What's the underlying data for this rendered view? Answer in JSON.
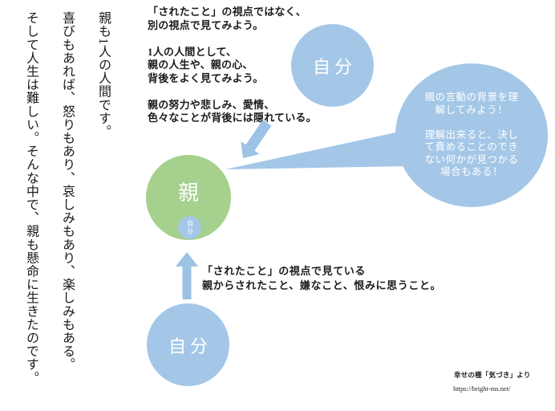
{
  "colors": {
    "background": "#FFFFFF",
    "blue_circle": "#A4C7E8",
    "blue_arrow": "#9CC2E5",
    "green_circle": "#A6D08D",
    "text": "#1B1B1B",
    "circle_text": "#FFFFFF"
  },
  "left_vertical_text": {
    "text": "親も1人の人間です。\n喜びもあれば、怒りもあり、哀しみもあり、楽しみもある。\nそして人生は難しい。そんな中で、親も懸命に生きたのです。"
  },
  "top_note": {
    "text": "「されたこと」の視点ではなく、\n別の視点で見てみよう。\n\n1人の人間として、\n親の人生や、親の心、\n背後をよく見てみよう。\n\n親の努力や悲しみ、愛情、\n色々なことが背後には隠れている。"
  },
  "self_top_circle": {
    "label": "自分"
  },
  "speech_bubble": {
    "text": "親の言動の背景を理\n解してみよう！\n\n理解出来ると、決し\nて責めることのでき\nない何かが見つかる\n場合もある！"
  },
  "parent_circle": {
    "label": "親",
    "inner_label": "自分"
  },
  "bottom_note": {
    "text": "「されたこと」の視点で見ている\n親からされたこと、嫌なこと、恨みに思うこと。"
  },
  "self_bottom_circle": {
    "label": "自分"
  },
  "footer": {
    "credit": "幸せの種「気づき」より",
    "url": "https://bright-ms.net/"
  }
}
